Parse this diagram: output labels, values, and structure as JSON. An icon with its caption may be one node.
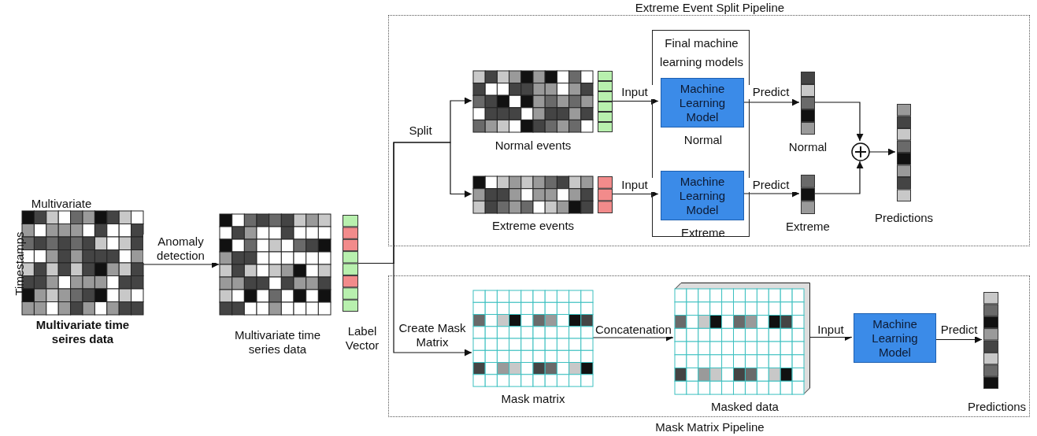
{
  "diagram": {
    "nodes": [
      {
        "text": [],
        "shape": "picture",
        "beside": [
          "Multivariate",
          "Timestamps",
          "Multivariate time seires data"
        ]
      },
      {
        "text": [],
        "shape": "picture",
        "beside": [
          "Multivariate time series data"
        ]
      },
      {
        "text": [],
        "shape": "picture",
        "beside": [
          "Label Vector"
        ]
      },
      {
        "text": [
          "Extreme Event Split Pipeline"
        ]
      },
      {
        "text": [],
        "shape": "picture",
        "beside": [
          "Normal events"
        ],
        "in": 3
      },
      {
        "text": [],
        "shape": "picture",
        "in": 3
      },
      {
        "text": [],
        "shape": "picture",
        "beside": [
          "Extreme events"
        ],
        "in": 3
      },
      {
        "text": [],
        "shape": "picture",
        "in": 3
      },
      {
        "text": [
          "Final machine learning models"
        ],
        "in": 3
      },
      {
        "text": [
          "Machine Learning Model"
        ],
        "beside": [
          "Normal"
        ],
        "in": 8
      },
      {
        "text": [
          "Machine Learning Model"
        ],
        "beside": [
          "Extreme"
        ],
        "in": 8
      },
      {
        "text": [],
        "shape": "picture",
        "beside": [
          "Normal"
        ],
        "in": 3
      },
      {
        "text": [],
        "shape": "picture",
        "beside": [
          "Extreme"
        ],
        "in": 3
      },
      {
        "text": [],
        "shape": "circle",
        "in": 3
      },
      {
        "text": [],
        "shape": "picture",
        "beside": [
          "Predictions"
        ],
        "in": 3
      },
      {
        "text": [
          "Mask Matrix Pipeline"
        ]
      },
      {
        "text": [],
        "shape": "picture",
        "beside": [
          "Mask matrix"
        ],
        "in": 15
      },
      {
        "text": [],
        "shape": "picture",
        "beside": [
          "Masked data"
        ],
        "in": 15
      },
      {
        "text": [
          "Machine Learning Model"
        ],
        "in": 15
      },
      {
        "text": [],
        "shape": "picture",
        "beside": [
          "Predictions"
        ],
        "in": 15
      }
    ],
    "edges": [
      {
        "from": 0,
        "to": 1,
        "arrow": "to",
        "label": "Anomaly detection"
      },
      {
        "from": 2,
        "to": 4,
        "arrow": "to",
        "label": "Split"
      },
      {
        "from": 2,
        "to": 6,
        "arrow": "to"
      },
      {
        "from": 2,
        "to": 16,
        "arrow": "to",
        "label": "Create Mask Matrix"
      },
      {
        "from": 5,
        "to": 9,
        "arrow": "to",
        "label": "Input"
      },
      {
        "from": 7,
        "to": 10,
        "arrow": "to",
        "label": "Input"
      },
      {
        "from": 9,
        "to": 11,
        "arrow": "to",
        "label": "Predict"
      },
      {
        "from": 10,
        "to": 12,
        "arrow": "to",
        "label": "Predict"
      },
      {
        "from": 11,
        "to": 13,
        "arrow": "to"
      },
      {
        "from": 12,
        "to": 13,
        "arrow": "to"
      },
      {
        "from": 13,
        "to": 14,
        "arrow": "to"
      },
      {
        "from": 16,
        "to": 17,
        "arrow": "to",
        "label": "Concatenation"
      },
      {
        "from": 17,
        "to": 18,
        "arrow": "to",
        "label": "Input"
      },
      {
        "from": 18,
        "to": 19,
        "arrow": "to",
        "label": "Predict"
      }
    ]
  }
}
